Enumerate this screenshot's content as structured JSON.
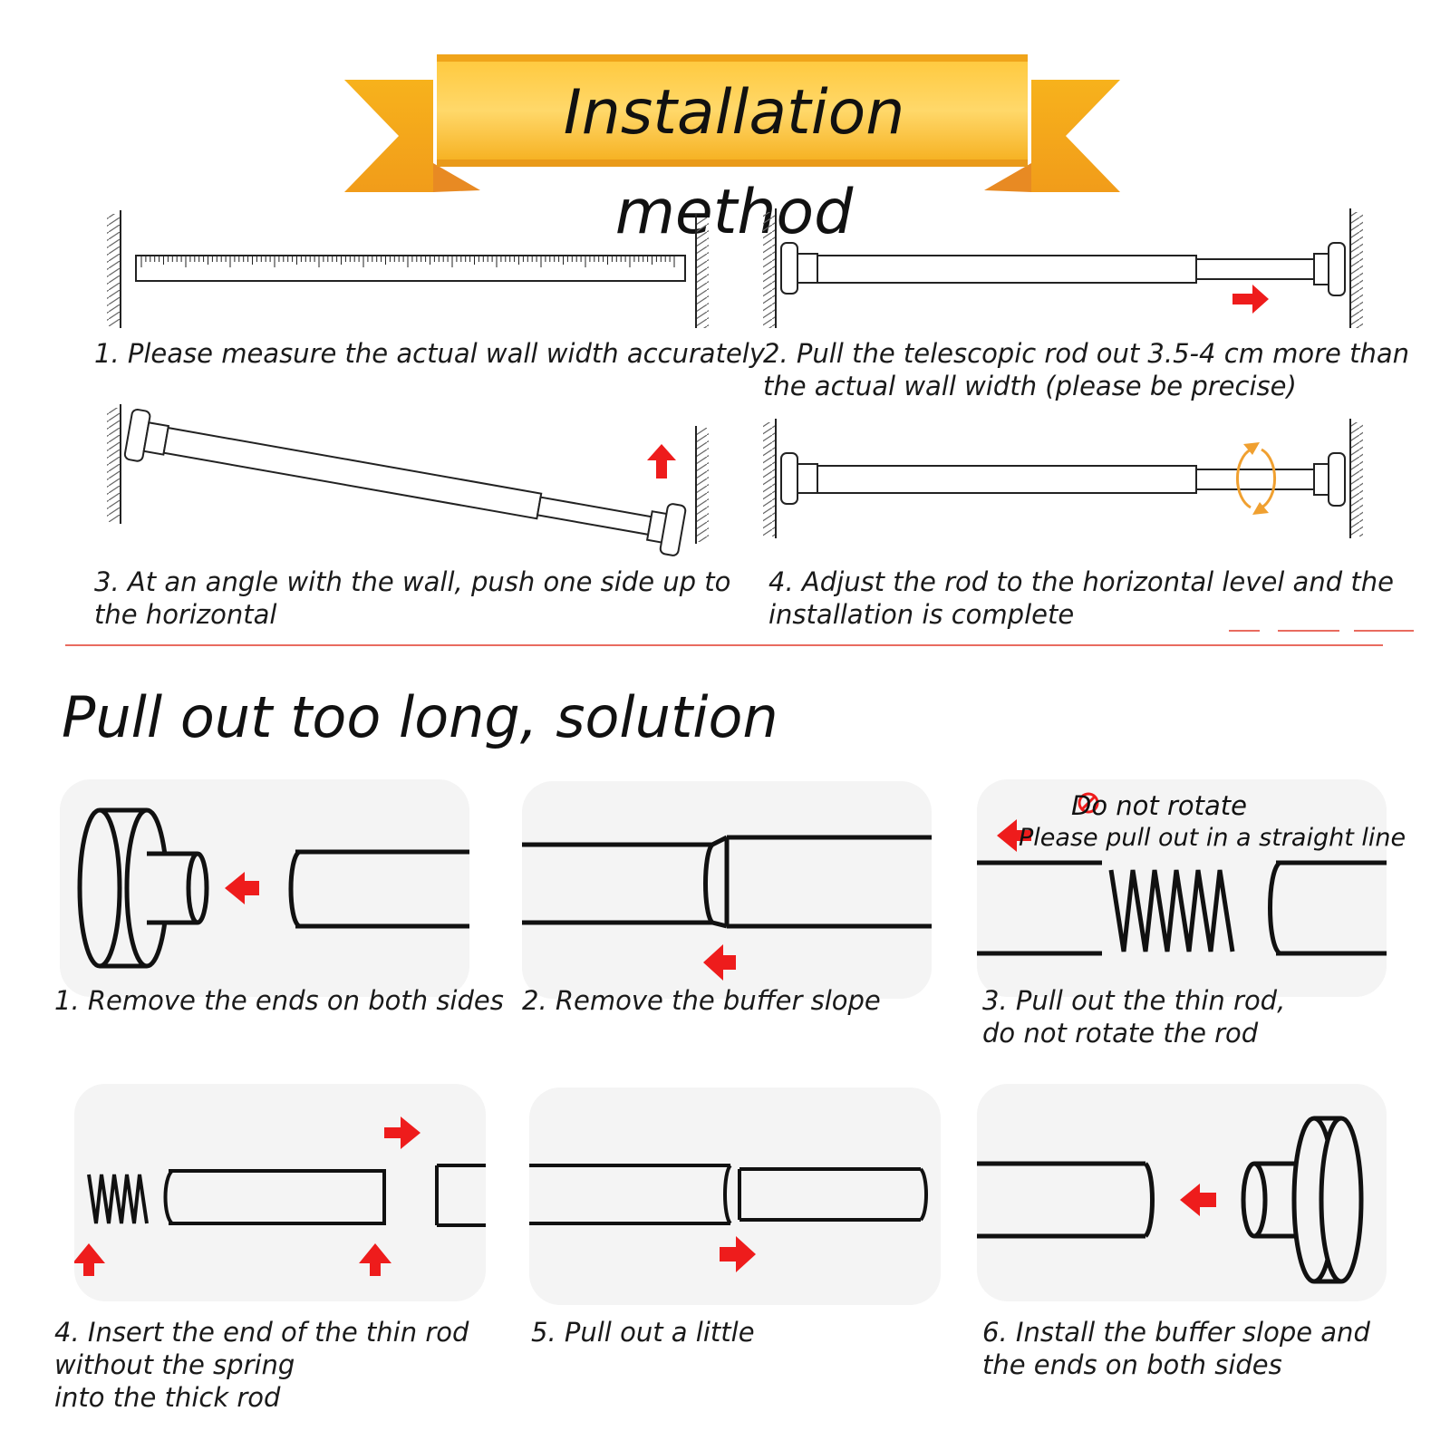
{
  "banner": {
    "title": "Installation method"
  },
  "installation_steps": [
    {
      "caption": "1. Please measure the actual wall width accurately"
    },
    {
      "caption": "2. Pull the telescopic rod out 3.5-4 cm more than\n    the actual wall width (please be precise)"
    },
    {
      "caption": "3. At an angle with the wall, push one side up to\n   the horizontal"
    },
    {
      "caption": "4. Adjust the rod to the horizontal level and the\n    installation is complete"
    }
  ],
  "solution": {
    "title": "Pull out too long, solution",
    "note_no_rotate": "Do not rotate",
    "note_straight_line": "Please pull out in a straight line",
    "steps": [
      {
        "caption": "1. Remove the ends on both sides"
      },
      {
        "caption": "2. Remove the buffer slope"
      },
      {
        "caption": "3. Pull out the thin rod,\n   do not rotate the rod"
      },
      {
        "caption": "4. Insert the end of the thin rod\nwithout the spring\ninto the thick rod"
      },
      {
        "caption": "5. Pull out a little"
      },
      {
        "caption": "6. Install the buffer slope and\n    the ends on both sides"
      }
    ]
  },
  "colors": {
    "banner_orange": "#f6b21c",
    "banner_light": "#ffd45e",
    "banner_dark": "#e88a23",
    "arrow_red": "#ee1c1c",
    "divider_red": "#e23a2a",
    "rotate_orange": "#f0a030"
  },
  "icons": [
    "ribbon-banner",
    "red-arrow-right",
    "red-arrow-left",
    "red-arrow-up",
    "rotation-arrows-icon",
    "no-entry-icon",
    "spring-icon",
    "wall-hatch"
  ]
}
